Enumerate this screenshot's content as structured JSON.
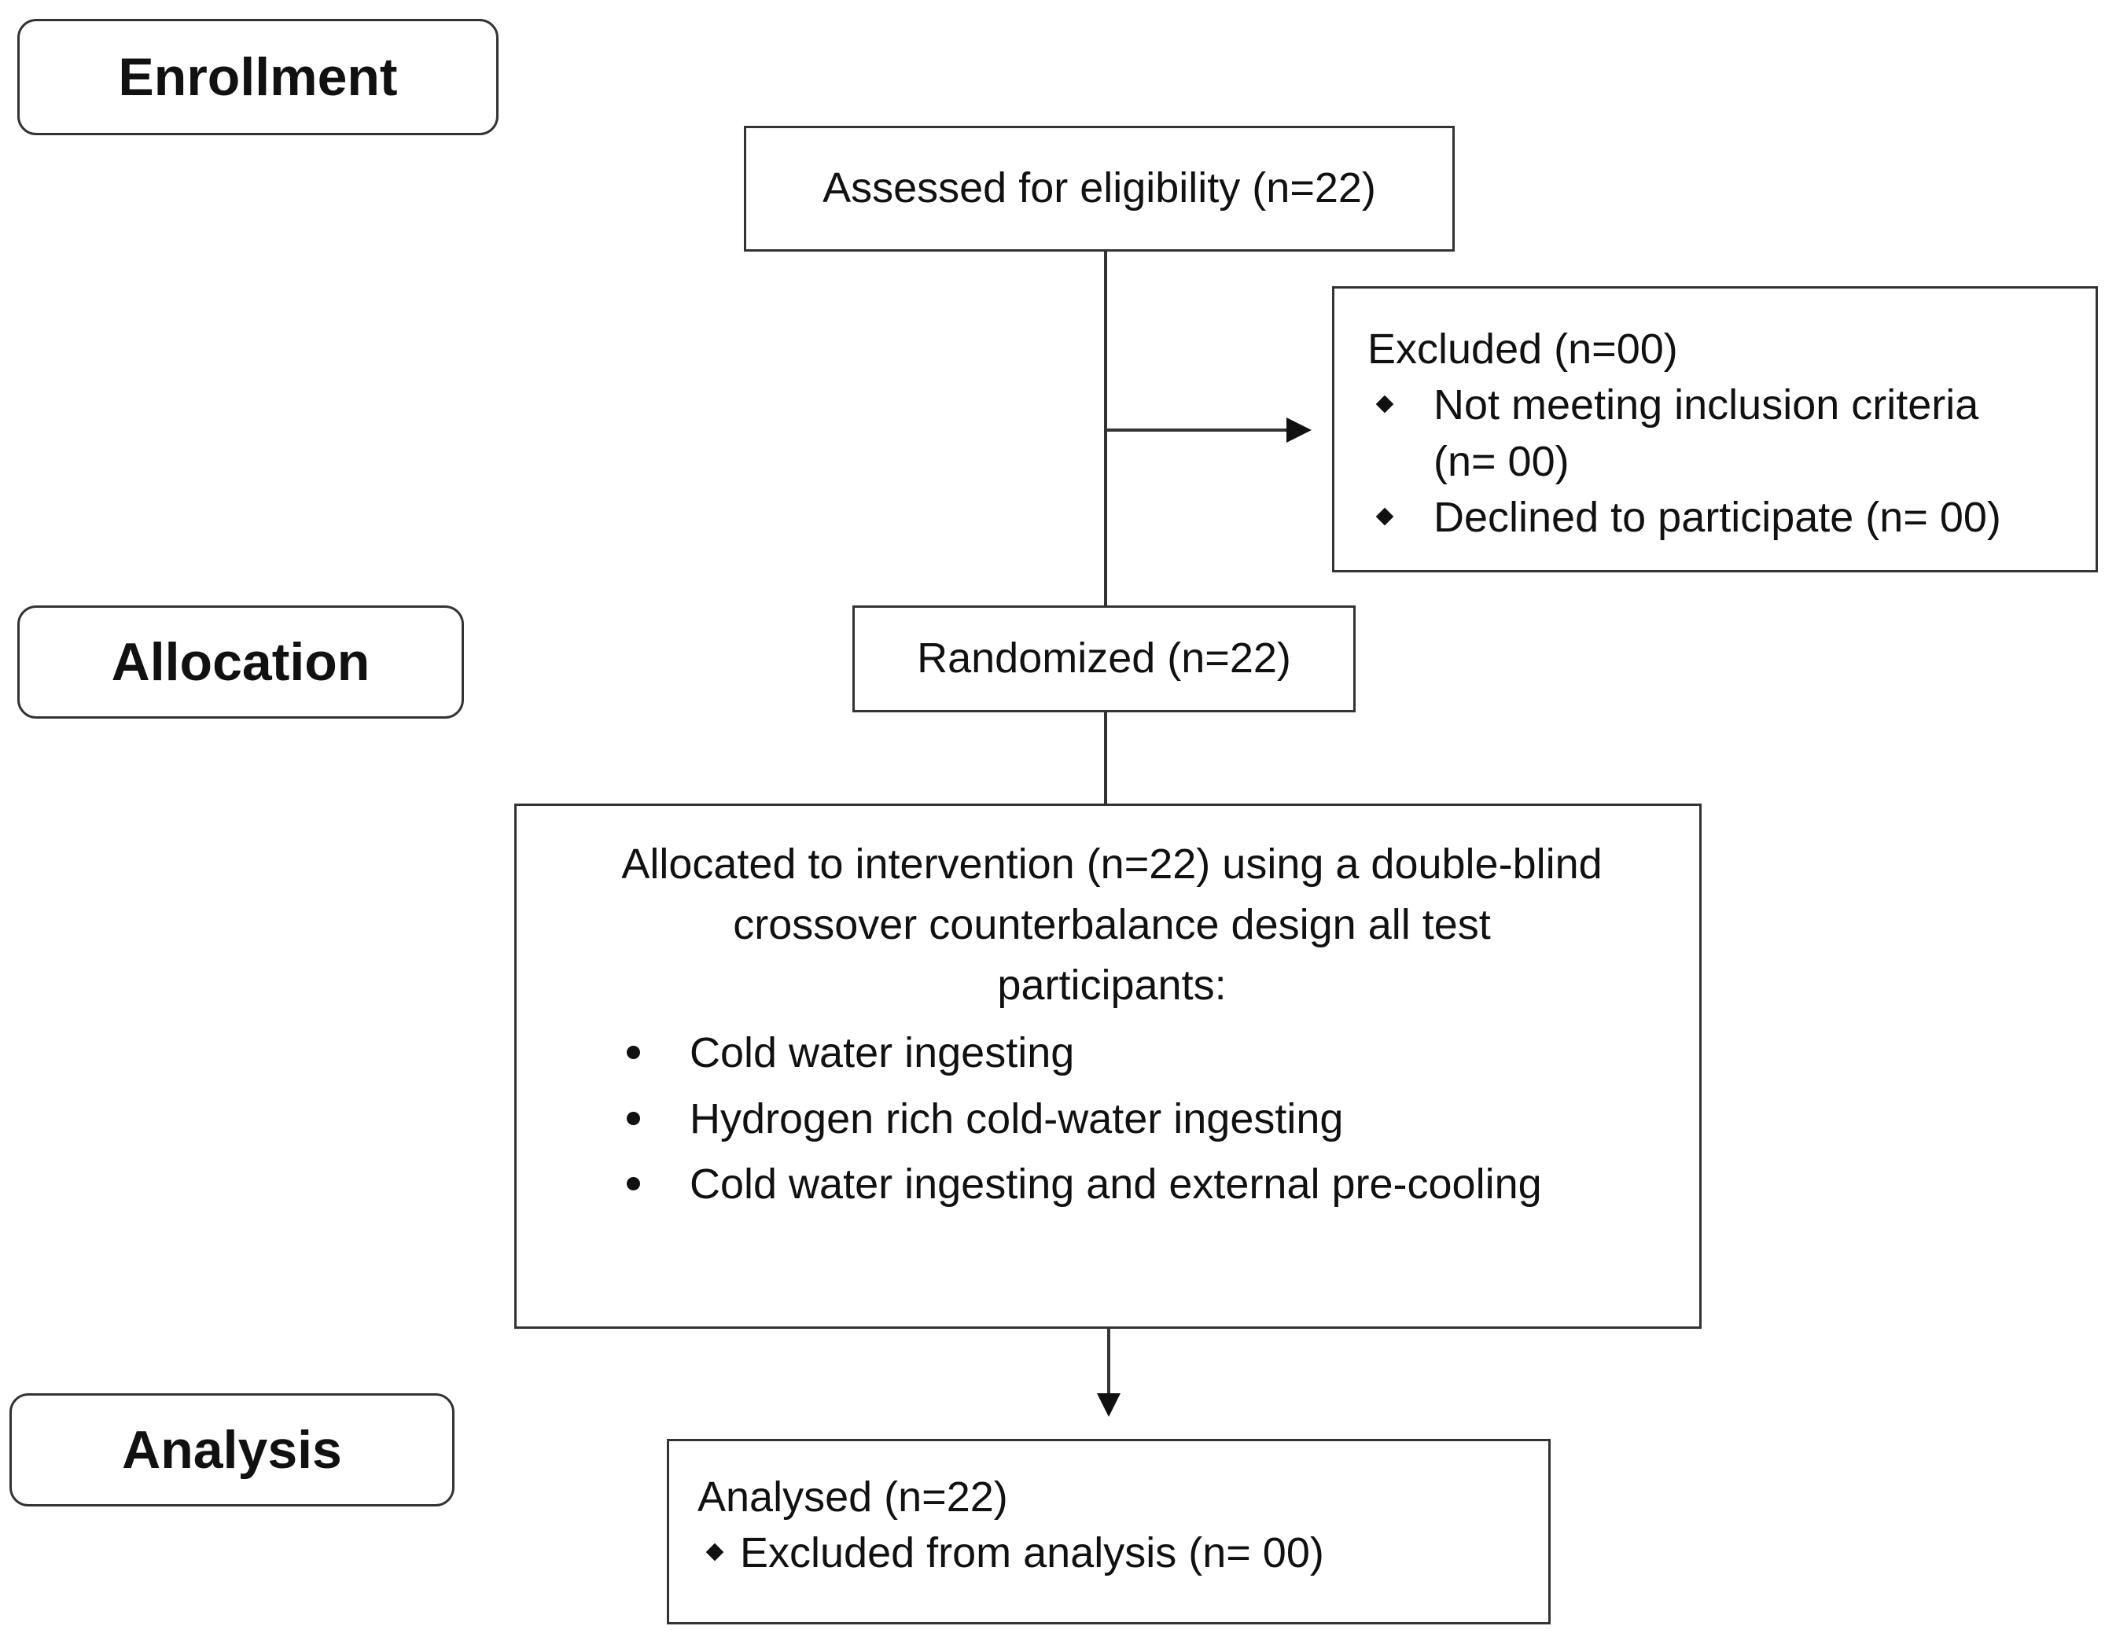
{
  "stages": {
    "enrollment": "Enrollment",
    "allocation": "Allocation",
    "analysis": "Analysis"
  },
  "boxes": {
    "assessed": "Assessed for eligibility (n=22)",
    "excluded": {
      "title": "Excluded (n=00)",
      "items": [
        {
          "line1": "Not meeting inclusion criteria",
          "line2": "(n= 00)"
        },
        {
          "line1": "Declined to participate (n= 00)"
        }
      ]
    },
    "randomized": "Randomized (n=22)",
    "allocated": {
      "line1": "Allocated to intervention (n=22) using a double-blind",
      "line2": "crossover counterbalance design all test",
      "line3": "participants:",
      "items": [
        "Cold water ingesting",
        "Hydrogen rich cold-water ingesting",
        "Cold water ingesting and external pre-cooling"
      ]
    },
    "analysed": {
      "title": "Analysed (n=22)",
      "items": [
        "Excluded from analysis (n= 00)"
      ]
    }
  }
}
